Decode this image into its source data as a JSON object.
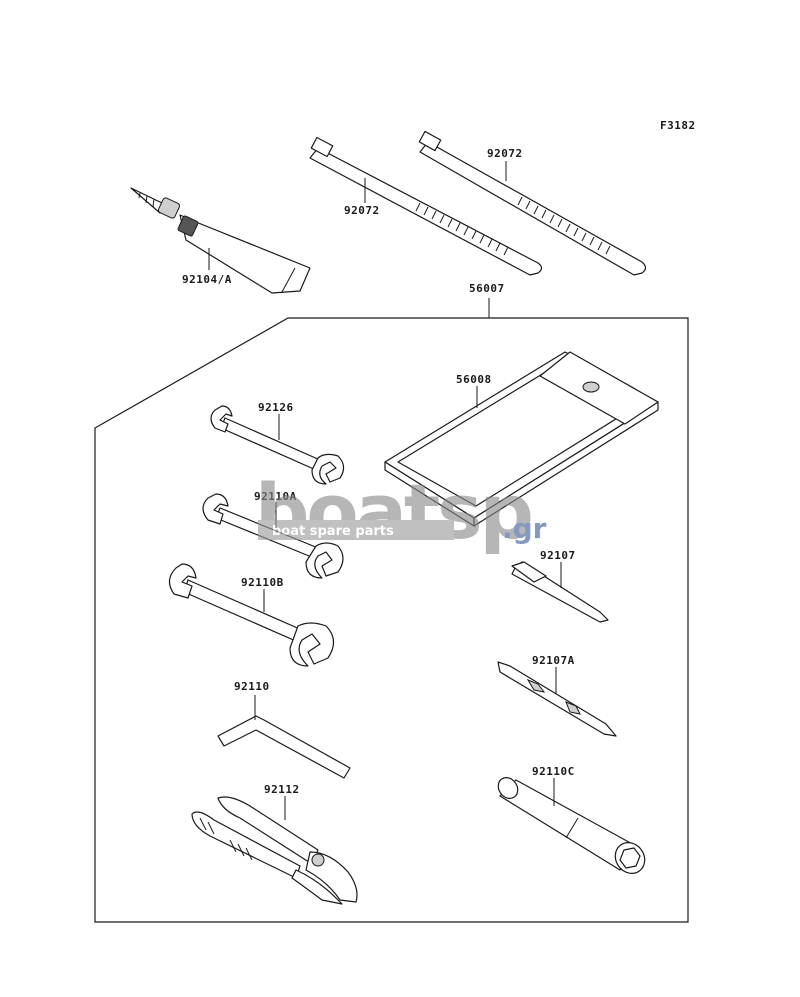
{
  "figure_code": "F3182",
  "parts": {
    "tie_a": "92072",
    "tie_b": "92072",
    "grease": "92104/A",
    "tool_kit": "56007",
    "tool_pouch": "56008",
    "wrench_a": "92126",
    "wrench_b": "92110A",
    "wrench_c": "92110B",
    "hex_key": "92110",
    "pliers": "92112",
    "screwdriver_a": "92107",
    "screwdriver_b": "92107A",
    "plug_wrench": "92110C"
  },
  "watermark": {
    "logo_text": "boatsp",
    "tld": ".gr",
    "tagline": "boat spare parts",
    "colors": {
      "gray": "#8a8a8a",
      "blue": "#3a5a9a"
    }
  }
}
